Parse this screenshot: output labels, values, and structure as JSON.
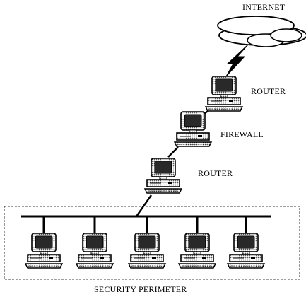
{
  "diagram": {
    "labels": {
      "internet": "INTERNET",
      "router_top": "ROUTER",
      "firewall": "FIREWALL",
      "router_bottom": "ROUTER",
      "perimeter": "SECURITY PERIMETER"
    },
    "nodes": [
      {
        "id": "internet",
        "type": "cloud"
      },
      {
        "id": "router-top",
        "type": "computer"
      },
      {
        "id": "firewall",
        "type": "computer"
      },
      {
        "id": "router-bottom",
        "type": "computer"
      },
      {
        "id": "lan-host-1",
        "type": "computer"
      },
      {
        "id": "lan-host-2",
        "type": "computer"
      },
      {
        "id": "lan-host-3",
        "type": "computer"
      },
      {
        "id": "lan-host-4",
        "type": "computer"
      },
      {
        "id": "lan-host-5",
        "type": "computer"
      }
    ],
    "links": [
      {
        "from": "internet",
        "to": "router-top",
        "style": "lightning"
      },
      {
        "from": "router-top",
        "to": "firewall"
      },
      {
        "from": "firewall",
        "to": "router-bottom"
      },
      {
        "from": "router-bottom",
        "to": "lan-bus"
      }
    ],
    "colors": {
      "stroke": "#000000",
      "screen": "#222222",
      "halftone": "#9a9a9a",
      "background": "#ffffff"
    }
  }
}
